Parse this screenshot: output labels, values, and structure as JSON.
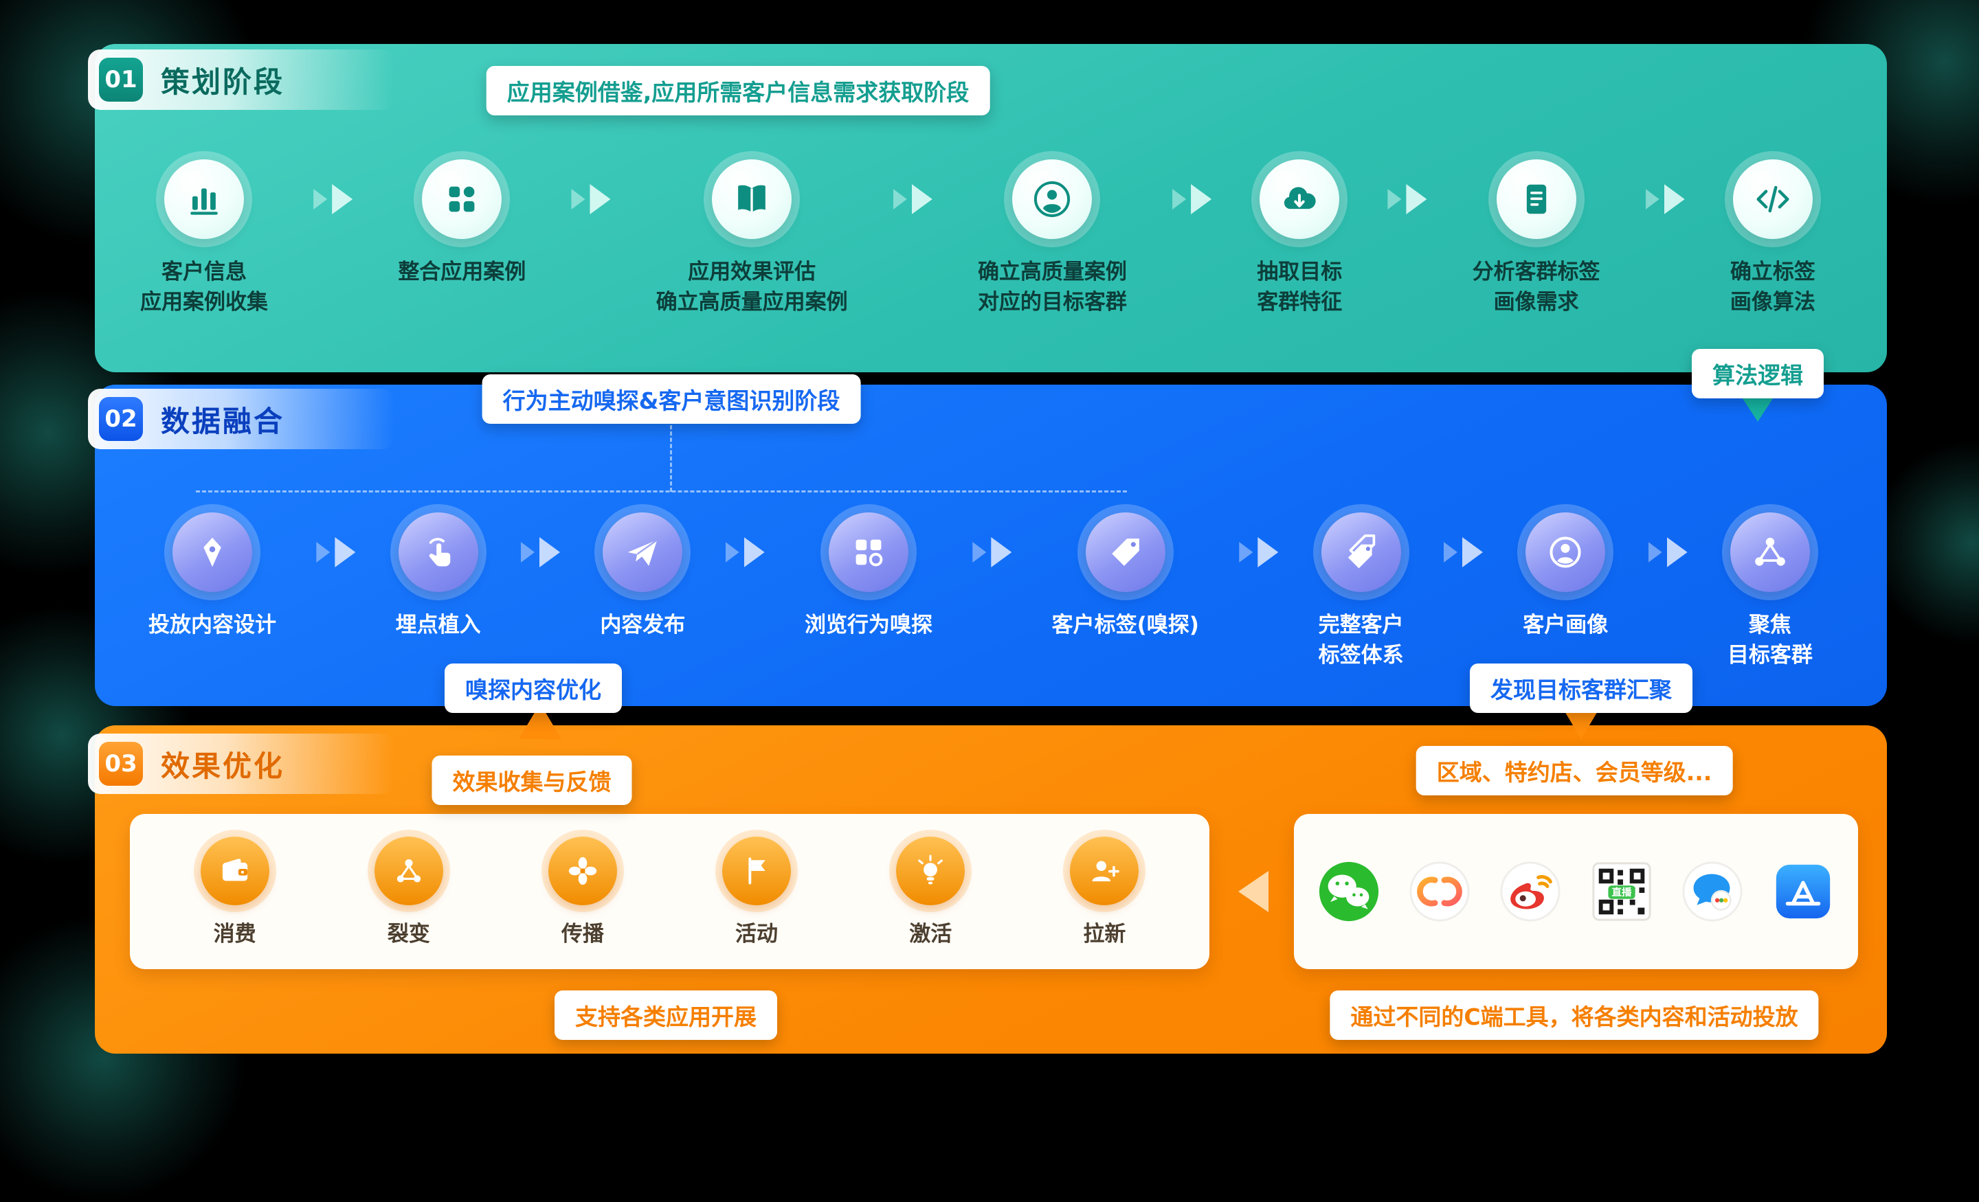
{
  "phases": [
    {
      "number": "01",
      "title": "策划阶段",
      "banner": "应用案例借鉴,应用所需客户信息需求获取阶段",
      "steps": [
        {
          "icon": "report-bars-icon",
          "label": "客户信息\n应用案例收集"
        },
        {
          "icon": "grid-apps-icon",
          "label": "整合应用案例"
        },
        {
          "icon": "open-book-icon",
          "label": "应用效果评估\n确立高质量应用案例"
        },
        {
          "icon": "target-customer-icon",
          "label": "确立高质量案例\n对应的目标客群"
        },
        {
          "icon": "cloud-extract-icon",
          "label": "抽取目标\n客群特征"
        },
        {
          "icon": "label-doc-icon",
          "label": "分析客群标签\n画像需求"
        },
        {
          "icon": "code-icon",
          "label": "确立标签\n画像算法"
        }
      ]
    },
    {
      "number": "02",
      "title": "数据融合",
      "banner": "行为主动嗅探&客户意图识别阶段",
      "steps": [
        {
          "icon": "pen-icon",
          "label": "投放内容设计"
        },
        {
          "icon": "tap-icon",
          "label": "埋点植入"
        },
        {
          "icon": "send-plane-icon",
          "label": "内容发布"
        },
        {
          "icon": "browse-grid-icon",
          "label": "浏览行为嗅探"
        },
        {
          "icon": "tag-icon",
          "label": "客户标签(嗅探)"
        },
        {
          "icon": "tags-icon",
          "label": "完整客户\n标签体系"
        },
        {
          "icon": "profile-circle-icon",
          "label": "客户画像"
        },
        {
          "icon": "network-share-icon",
          "label": "聚焦\n目标客群"
        }
      ],
      "callouts": {
        "sniff_optimize": "嗅探内容优化",
        "discover_cluster": "发现目标客群汇聚"
      }
    },
    {
      "number": "03",
      "title": "效果优化",
      "callouts": {
        "feedback": "效果收集与反馈",
        "segments": "区域、特约店、会员等级...",
        "support": "支持各类应用开展",
        "tools": "通过不同的C端工具，将各类内容和活动投放"
      },
      "apps": [
        {
          "icon": "wallet-icon",
          "label": "消费"
        },
        {
          "icon": "fission-icon",
          "label": "裂变"
        },
        {
          "icon": "spread-fan-icon",
          "label": "传播"
        },
        {
          "icon": "flag-icon",
          "label": "活动"
        },
        {
          "icon": "lamp-icon",
          "label": "激活"
        },
        {
          "icon": "user-add-icon",
          "label": "拉新"
        }
      ],
      "channels": [
        {
          "icon": "wechat-icon"
        },
        {
          "icon": "video-channels-icon"
        },
        {
          "icon": "weibo-icon"
        },
        {
          "icon": "live-qrcode-icon",
          "badge": "直播"
        },
        {
          "icon": "chat-icon"
        },
        {
          "icon": "appstore-icon"
        }
      ]
    }
  ],
  "connectors": {
    "algorithm_logic": "算法逻辑"
  },
  "colors": {
    "teal": "#2fbfb0",
    "blue": "#0f6bf6",
    "orange": "#fb8702"
  }
}
